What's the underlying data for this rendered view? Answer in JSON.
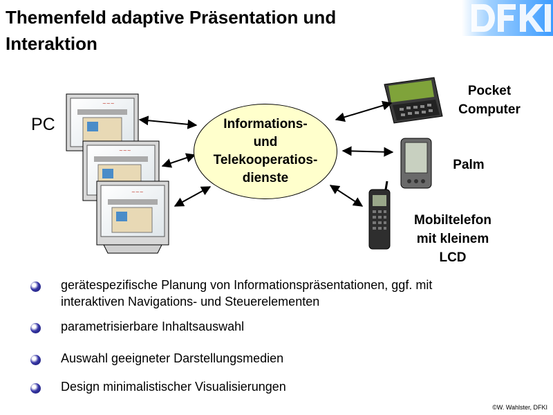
{
  "title": "Themenfeld adaptive Präsentation und\nInteraktion",
  "logo": {
    "text": "DFKI"
  },
  "center": {
    "text": "Informations-\nund\nTelekooperatios-\ndienste"
  },
  "devices": {
    "pc": "PC",
    "pocket": "Pocket\nComputer",
    "palm": "Palm",
    "mobile": "Mobiltelefon\nmit kleinem\nLCD"
  },
  "bullets": [
    "gerätespezifische Planung von Informationspräsentationen, ggf. mit\ninteraktiven Navigations- und Steuerelementen",
    "parametrisierbare Inhaltsauswahl",
    "Auswahl geeigneter Darstellungsmedien",
    "Design minimalistischer Visualisierungen"
  ],
  "colors": {
    "ellipse_fill": "#ffffcc",
    "bullet": "#2a2a90",
    "logo": "#4da6ff"
  },
  "copyright": "©W. Wahlster, DFKI"
}
